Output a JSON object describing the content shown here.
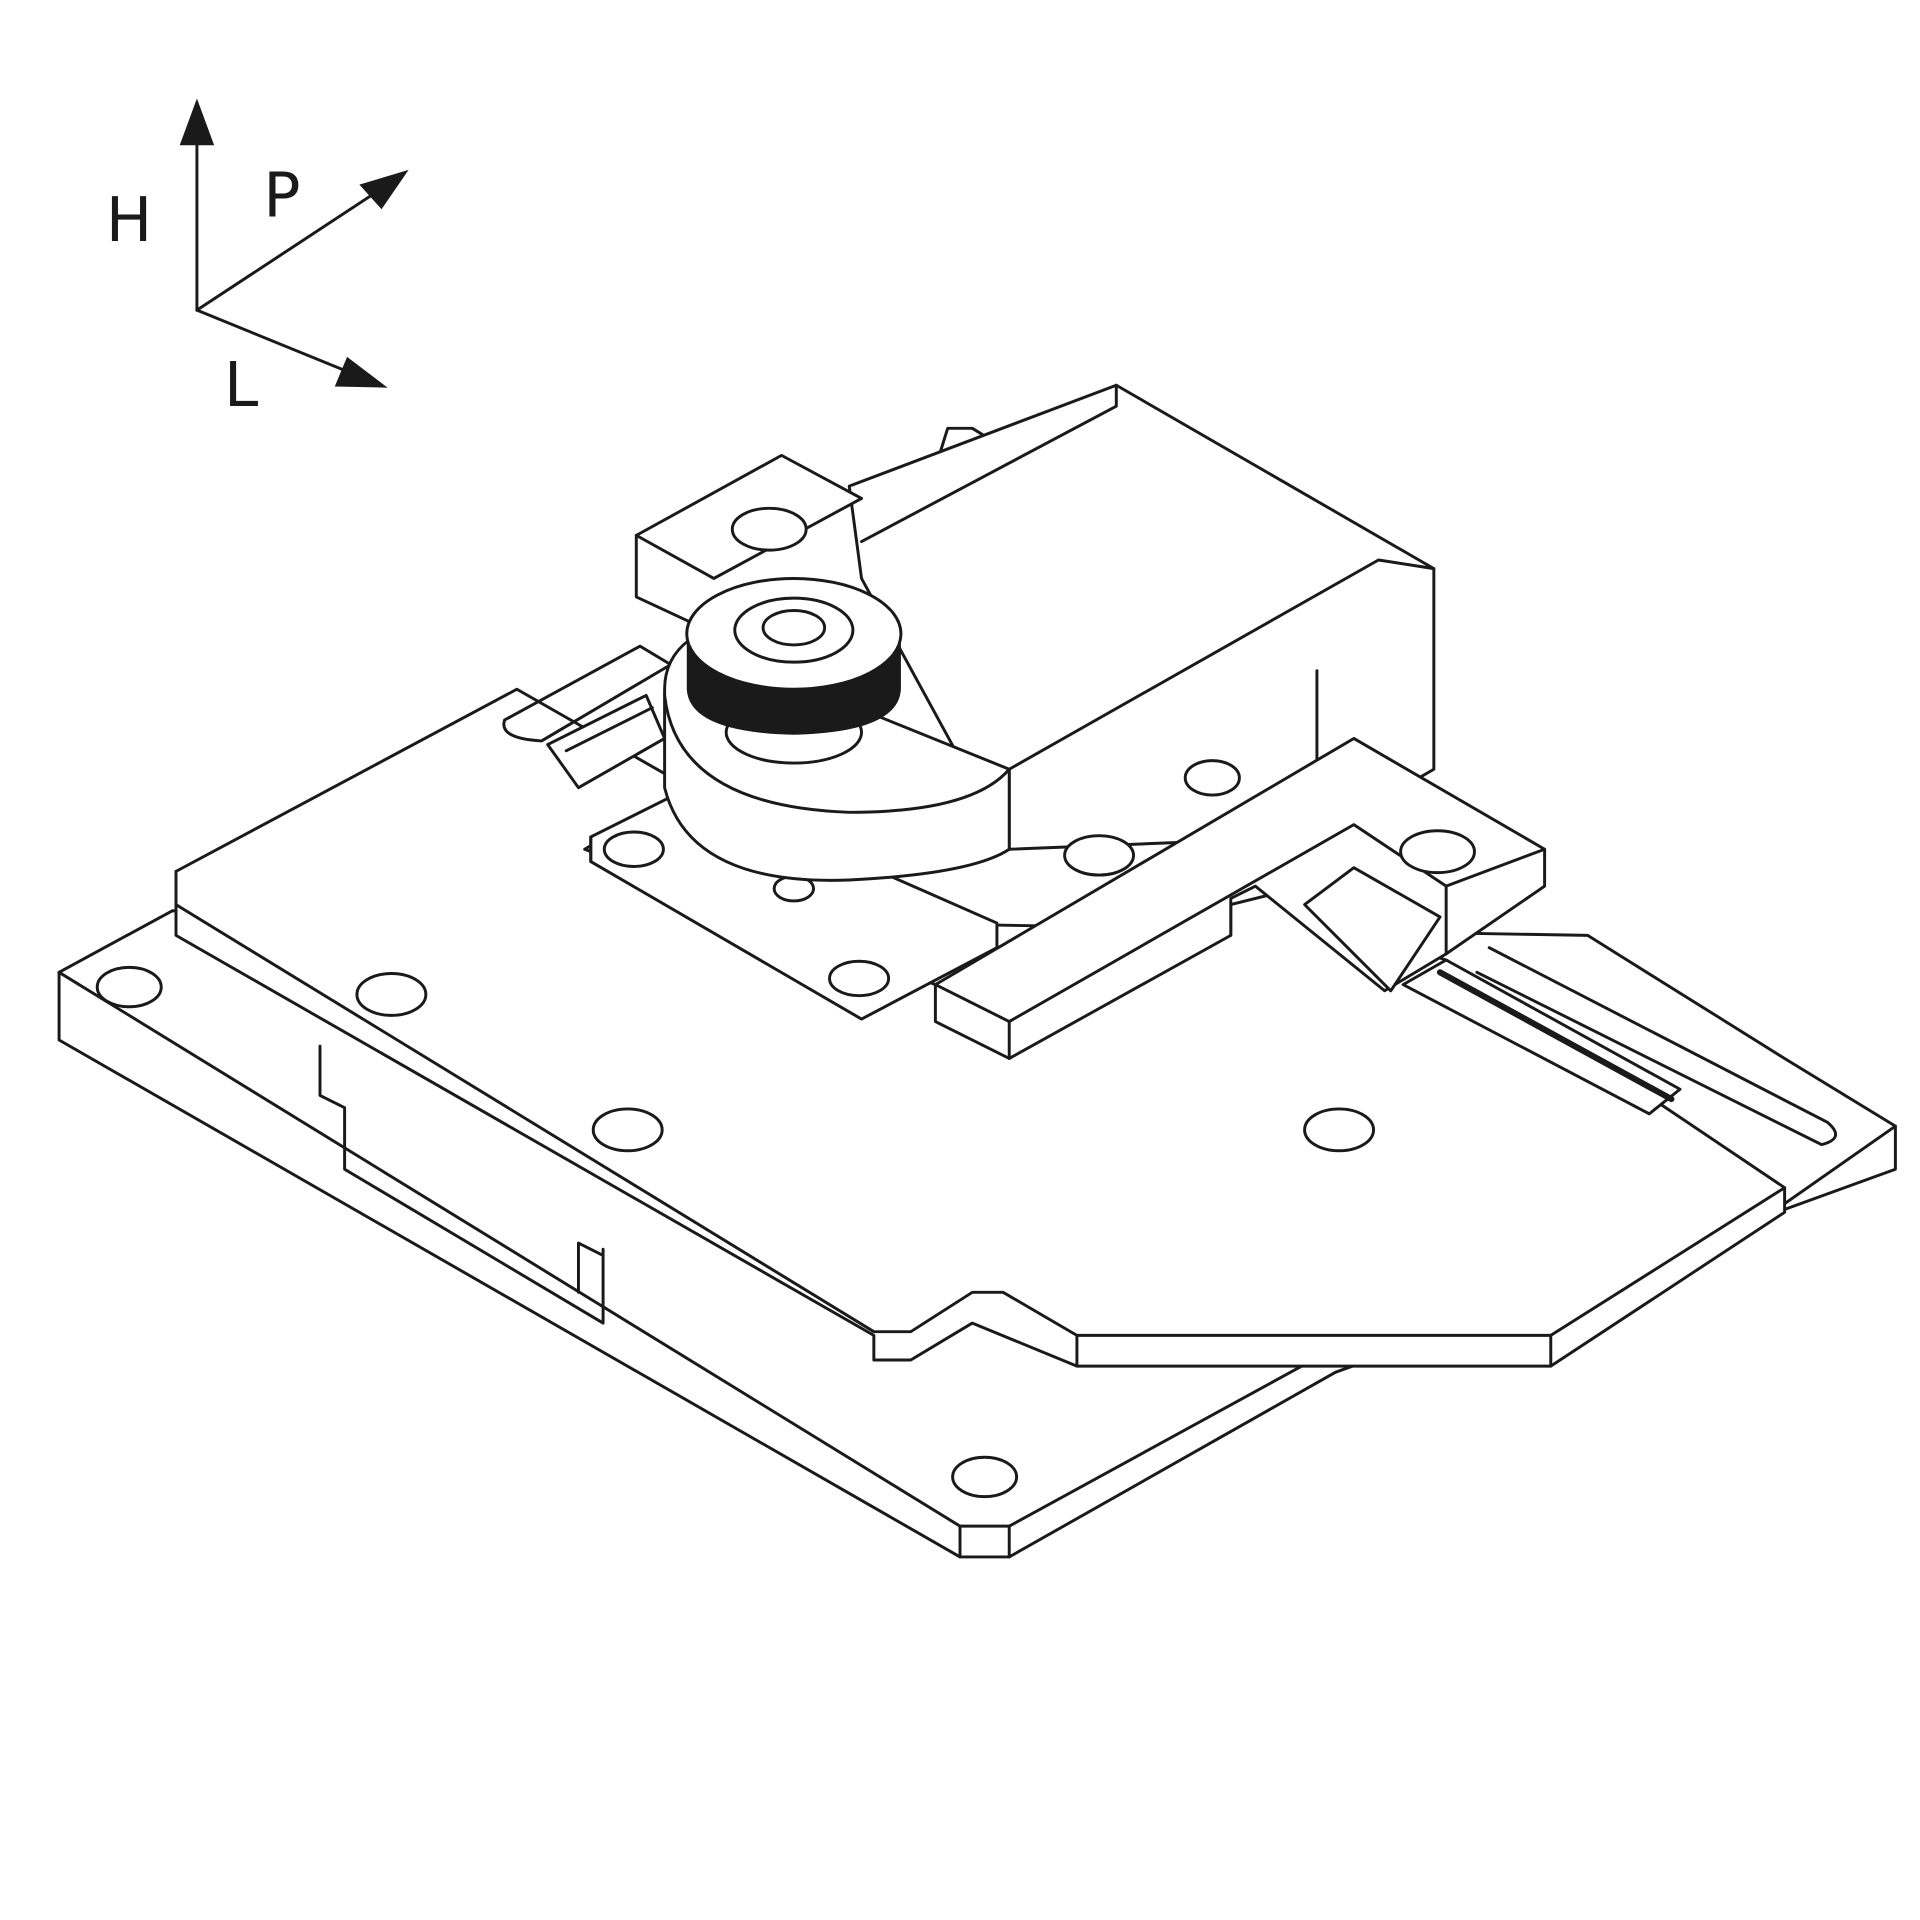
{
  "axes": {
    "h_label": "H",
    "p_label": "P",
    "l_label": "L"
  },
  "colors": {
    "line": "#1a1a1a",
    "background": "#ffffff"
  }
}
